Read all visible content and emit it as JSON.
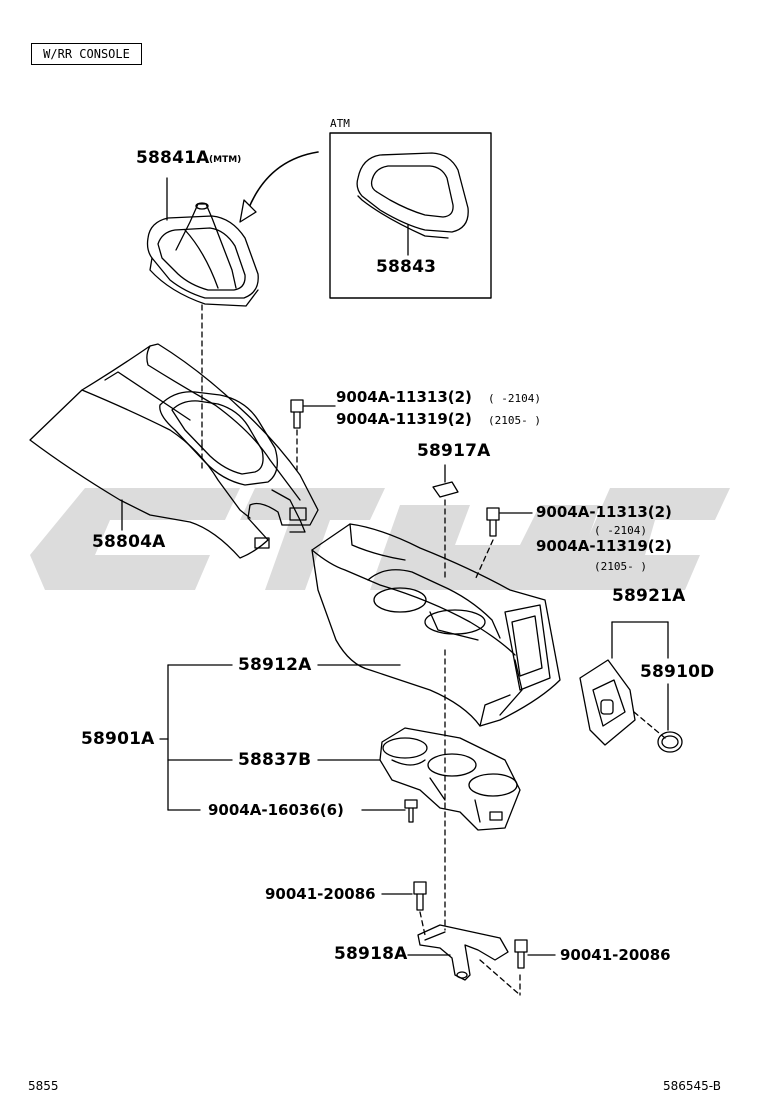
{
  "header": {
    "variant_label": "W/RR CONSOLE"
  },
  "atm_box": {
    "label": "ATM"
  },
  "parts": {
    "shift_boot": "58841A",
    "shift_boot_note": "(MTM)",
    "atm_bezel": "58843",
    "upper_console": "58804A",
    "clip": "58917A",
    "bolt_a_1": "9004A-11313(2)",
    "bolt_a_1_range": "(      -2104)",
    "bolt_a_2": "9004A-11319(2)",
    "bolt_a_2_range": "(2105-      )",
    "bolt_b_1": "9004A-11313(2)",
    "bolt_b_1_range": "(      -2104)",
    "bolt_b_2": "9004A-11319(2)",
    "bolt_b_2_range": "(2105-      )",
    "panel": "58921A",
    "plug": "58910D",
    "console_box": "58912A",
    "assembly": "58901A",
    "cup_holder": "58837B",
    "screw": "9004A-16036(6)",
    "bolt_c": "90041-20086",
    "bracket": "58918A",
    "bolt_d": "90041-20086"
  },
  "footer": {
    "page_code": "5855",
    "illustration_code": "586545-B"
  },
  "colors": {
    "line": "#000000",
    "watermark": "#dcdcdc"
  }
}
